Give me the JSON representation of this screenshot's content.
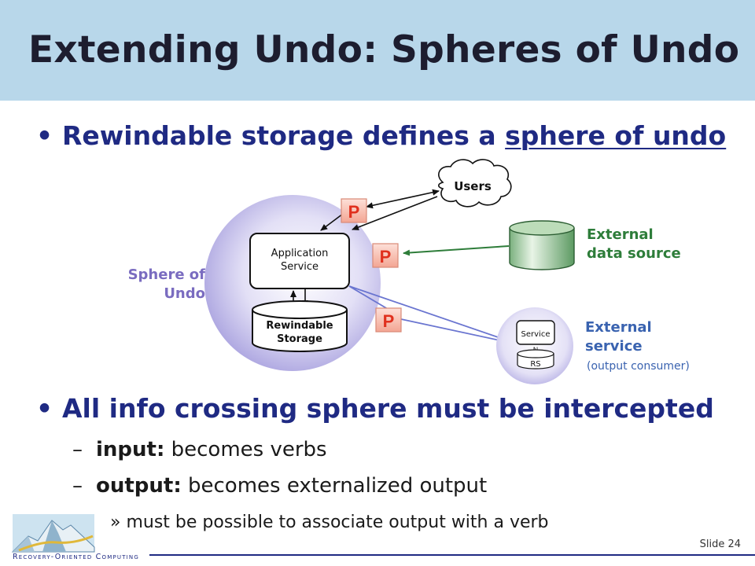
{
  "slide": {
    "title": "Extending Undo: Spheres of Undo",
    "bullet1_prefix": "Rewindable storage defines a ",
    "bullet1_link": "sphere of undo",
    "bullet2": "All info crossing sphere must be intercepted",
    "sub_bullets": [
      {
        "dash": "–",
        "bold": "input:",
        "text": " becomes verbs"
      },
      {
        "dash": "–",
        "bold": "output:",
        "text": " becomes externalized output"
      }
    ],
    "subsub_bullet": "» must be possible to associate output with a verb",
    "slide_number": "Slide 24",
    "logo_text": "Recovery-Oriented Computing"
  },
  "diagram": {
    "users_label": "Users",
    "proxy_label": "P",
    "app_service_line1": "Application",
    "app_service_line2": "Service",
    "storage_line1": "Rewindable",
    "storage_line2": "Storage",
    "sphere_label_line1": "Sphere of",
    "sphere_label_line2": "Undo",
    "ext_data_line1": "External",
    "ext_data_line2": "data source",
    "ext_service_line1": "External",
    "ext_service_line2": "service",
    "ext_service_line3": "(output consumer)",
    "mini_service_label": "Service",
    "mini_storage_label": "RS",
    "mini_arrow_label": "N",
    "colors": {
      "header_bg": "#b8d7ea",
      "bullet_text": "#1f2a83",
      "sphere_label": "#7a6cc0",
      "external_data": "#2e7d3a",
      "external_service": "#3a63b0",
      "proxy_fill": "#f7b7a7",
      "proxy_text": "#e0301e",
      "output_arrow": "#6a75d0",
      "input_arrow": "#2e7d3a"
    }
  }
}
